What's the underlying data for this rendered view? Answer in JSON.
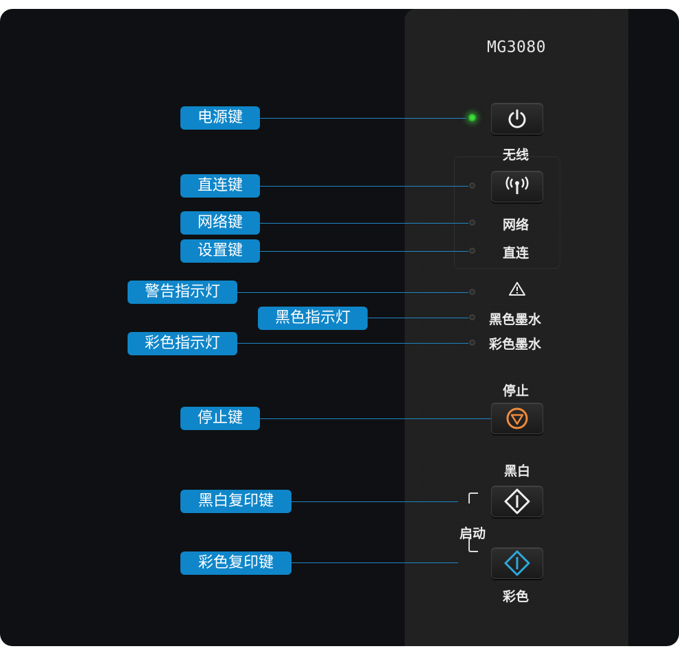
{
  "panel": {
    "model": "MG3080",
    "labels": {
      "wireless": "无线",
      "network": "网络",
      "direct": "直连",
      "black_ink": "黑色墨水",
      "color_ink": "彩色墨水",
      "stop": "停止",
      "black_white": "黑白",
      "start": "启动",
      "color": "彩色"
    }
  },
  "callouts": {
    "power": "电源键",
    "direct": "直连键",
    "network": "网络键",
    "settings": "设置键",
    "alarm": "警告指示灯",
    "black_ink": "黑色指示灯",
    "color_ink": "彩色指示灯",
    "stop": "停止键",
    "bw_copy": "黑白复印键",
    "color_copy": "彩色复印键"
  },
  "colors": {
    "callout_bg": "#0f86c9",
    "power_led": "#3cdc3c",
    "stop_icon": "#f08a3c",
    "color_start_icon": "#2fa8dc"
  },
  "icons": {
    "power": "power-icon",
    "wireless": "wireless-icon",
    "alarm": "warning-triangle-icon",
    "stop": "stop-icon",
    "bw_start": "black-start-icon",
    "color_start": "color-start-icon"
  }
}
